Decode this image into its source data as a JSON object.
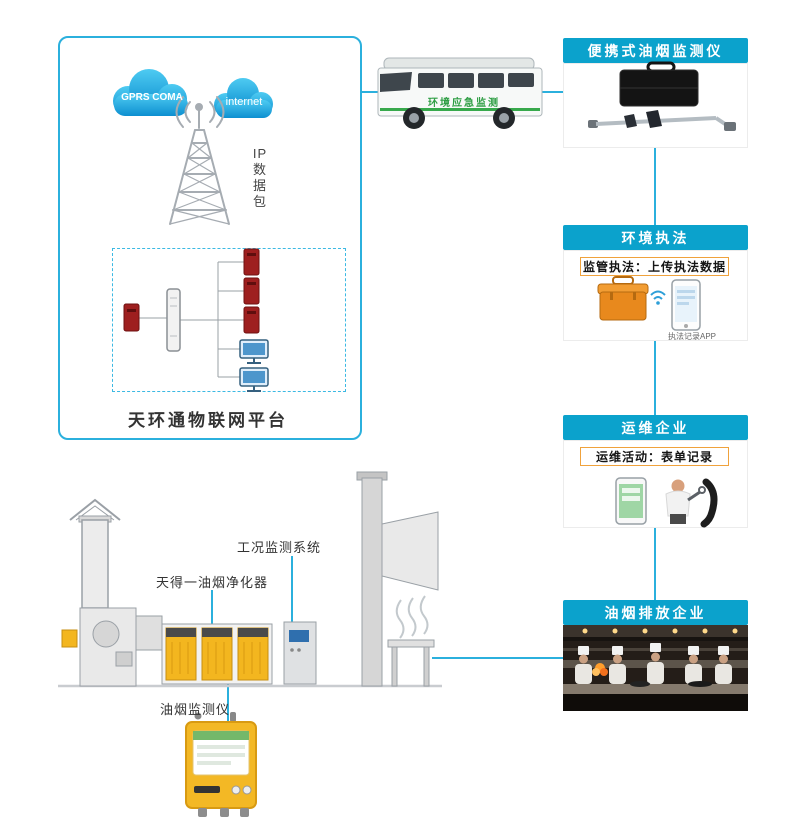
{
  "colors": {
    "accent": "#2bb0dd",
    "panel_header": "#0ba2cc",
    "purifier_yellow": "#f3b61f"
  },
  "platform": {
    "cloud1_label": "GPRS COMA",
    "cloud2_label": "internet",
    "ip_packet_label": "IP\n数\n据\n包",
    "title": "天环通物联网平台"
  },
  "van": {
    "side_text": "环境应急监测"
  },
  "panels": [
    {
      "title": "便携式油烟监测仪"
    },
    {
      "title": "环境执法",
      "subtitle": "监管执法：上传执法数据",
      "caption": "执法记录APP"
    },
    {
      "title": "运维企业",
      "subtitle": "运维活动：表单记录"
    },
    {
      "title": "油烟排放企业"
    }
  ],
  "equipment": {
    "condition_monitor_label": "工况监测系统",
    "purifier_label": "天得一油烟净化器",
    "fume_monitor_label": "油烟监测仪"
  }
}
